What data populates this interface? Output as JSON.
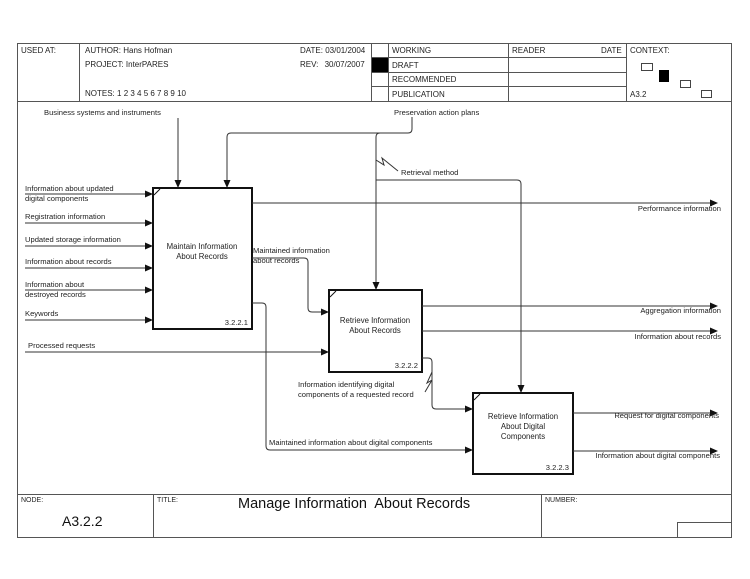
{
  "header": {
    "used_at_label": "USED AT:",
    "author_label": "AUTHOR:",
    "author": "Hans Hofman",
    "project_label": "PROJECT:",
    "project": "InterPARES",
    "notes_label": "NOTES:",
    "notes": "1  2  3  4  5  6  7  8  9  10",
    "date_label": "DATE:",
    "date": "03/01/2004",
    "rev_label": "REV:",
    "rev": "30/07/2007",
    "status_options": [
      {
        "label": "WORKING",
        "selected": false
      },
      {
        "label": "DRAFT",
        "selected": true
      },
      {
        "label": "RECOMMENDED",
        "selected": false
      },
      {
        "label": "PUBLICATION",
        "selected": false
      }
    ],
    "reader_label": "READER",
    "reader_date_label": "DATE",
    "context_label": "CONTEXT:",
    "context_node": "A3.2"
  },
  "diagram": {
    "activities": [
      {
        "id": "3.2.2.1",
        "title_lines": [
          "Maintain Information",
          "About Records"
        ]
      },
      {
        "id": "3.2.2.2",
        "title_lines": [
          "Retrieve Information",
          "About Records"
        ]
      },
      {
        "id": "3.2.2.3",
        "title_lines": [
          "Retrieve Information",
          "About Digital",
          "Components"
        ]
      }
    ],
    "controls": {
      "business_systems": "Business systems and instruments",
      "preservation_plans": "Preservation action plans",
      "retrieval_method": "Retrieval method"
    },
    "inputs": {
      "updated_digital_components": [
        "Information about updated",
        "digital components"
      ],
      "registration": "Registration information",
      "updated_storage": "Updated storage information",
      "about_records": "Information about records",
      "destroyed_records": [
        "Information about",
        "destroyed records"
      ],
      "keywords": "Keywords",
      "processed_requests": "Processed requests"
    },
    "internal": {
      "maintained_info_records": [
        "Maintained information",
        "about records"
      ],
      "identifying_components": [
        "Information identifying digital",
        "components of a requested record"
      ],
      "maintained_info_components": "Maintained information about digital components"
    },
    "outputs": {
      "performance": "Performance information",
      "aggregation": "Aggregation information",
      "about_records": "Information about records",
      "request_components": "Request for digital components",
      "about_components": "Information about digital components"
    }
  },
  "footer": {
    "node_label": "NODE:",
    "node": "A3.2.2",
    "title_label": "TITLE:",
    "title": "Manage Information  About Records",
    "number_label": "NUMBER:"
  }
}
